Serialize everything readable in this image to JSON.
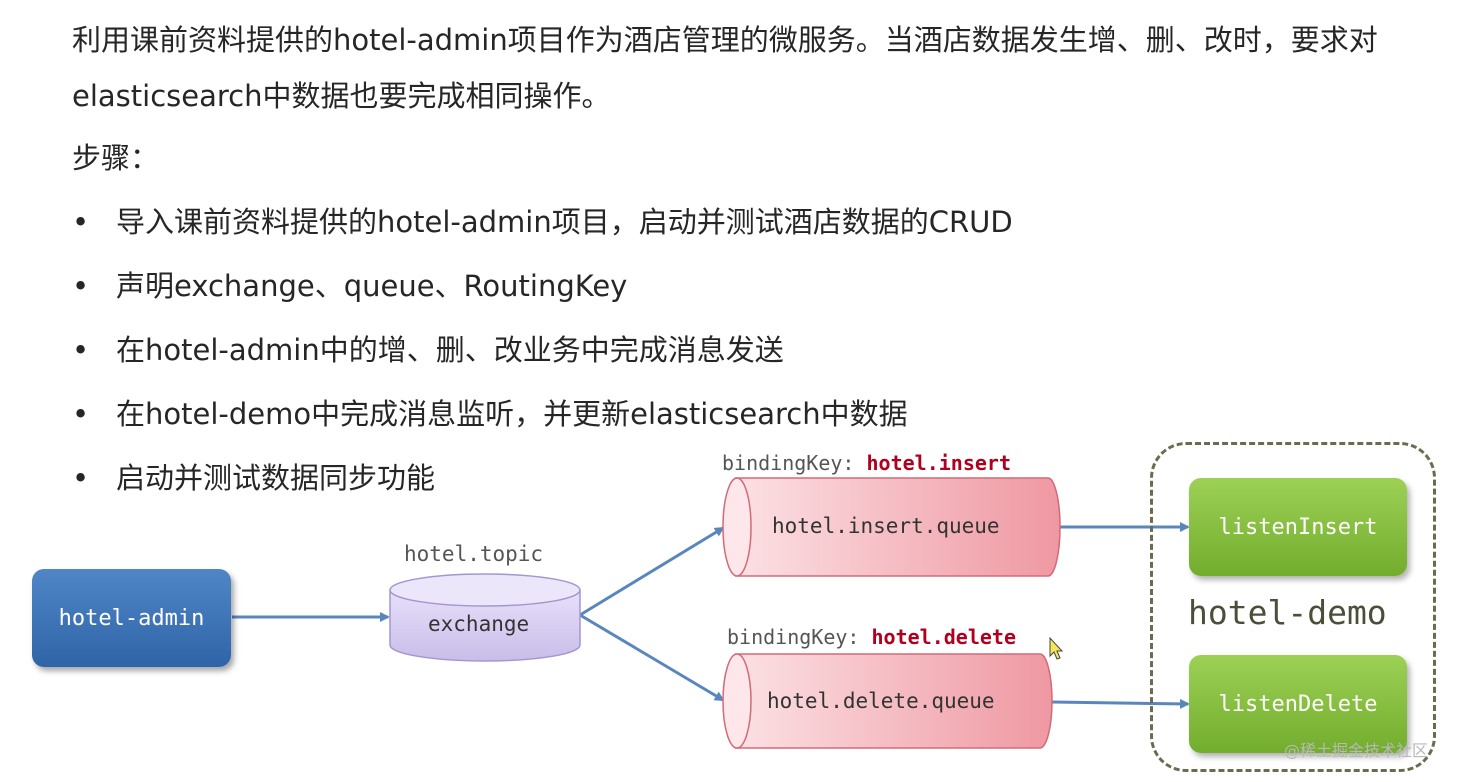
{
  "intro": {
    "line1": "利用课前资料提供的hotel-admin项目作为酒店管理的微服务。当酒店数据发生增、删、改时，要求对",
    "line2": "elasticsearch中数据也要完成相同操作。",
    "steps_heading": "步骤："
  },
  "steps": [
    "导入课前资料提供的hotel-admin项目，启动并测试酒店数据的CRUD",
    "声明exchange、queue、RoutingKey",
    "在hotel-admin中的增、删、改业务中完成消息发送",
    "在hotel-demo中完成消息监听，并更新elasticsearch中数据",
    "启动并测试数据同步功能"
  ],
  "bullet_char": "•",
  "diagram": {
    "publisher": "hotel-admin",
    "exchange_name": "hotel.topic",
    "exchange_label": "exchange",
    "insert_binding_prefix": "bindingKey: ",
    "insert_binding_key": "hotel.insert",
    "insert_queue": "hotel.insert.queue",
    "delete_binding_prefix": "bindingKey: ",
    "delete_binding_key": "hotel.delete",
    "delete_queue": "hotel.delete.queue",
    "consumer_group": "hotel-demo",
    "listener_insert": "listenInsert",
    "listener_delete": "listenDelete",
    "colors": {
      "publisher": "#3f76b8",
      "exchange": "#d9d0f2",
      "queue": "#f3a5ad",
      "listener": "#86bf3e",
      "arrow": "#5a86be",
      "binding_key": "#b1001e"
    }
  },
  "watermark": "@稀土掘金技术社区"
}
